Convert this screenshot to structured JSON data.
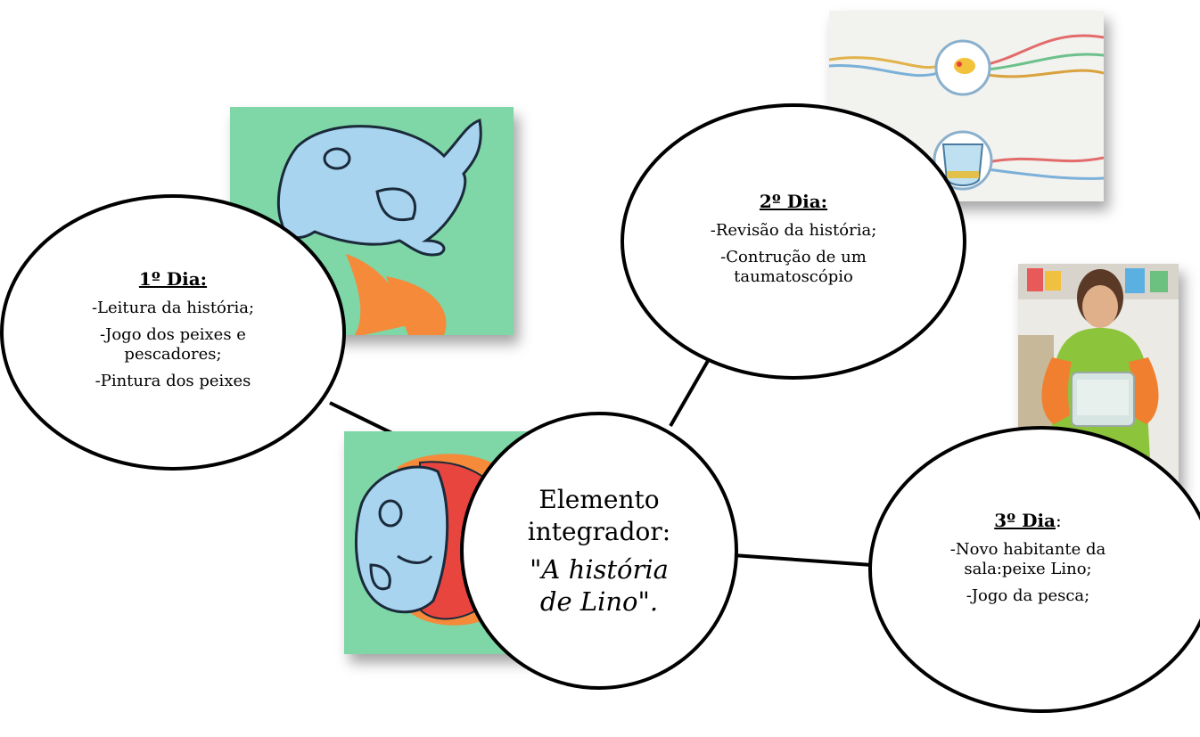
{
  "center": {
    "line1": "Elemento",
    "line2": "integrador:",
    "quote1": "\"A história",
    "quote2": "de Lino\"."
  },
  "day1": {
    "title": "1º Dia:",
    "items": [
      "-Leitura da história;",
      "-Jogo dos peixes e pescadores;",
      "-Pintura dos peixes"
    ]
  },
  "day2": {
    "title": "2º Dia:",
    "items": [
      "-Revisão da história;",
      "-Contrução de um taumatoscópio"
    ]
  },
  "day3": {
    "title": "3º Dia",
    "title_suffix": ":",
    "items": [
      "-Novo habitante da sala:peixe Lino;",
      "-Jogo da pesca;"
    ]
  },
  "colors": {
    "photo_green": "#7fd6a6",
    "fish_blue": "#a8d4f0",
    "fish_orange": "#f58a3a",
    "fish_red": "#e8453f"
  }
}
